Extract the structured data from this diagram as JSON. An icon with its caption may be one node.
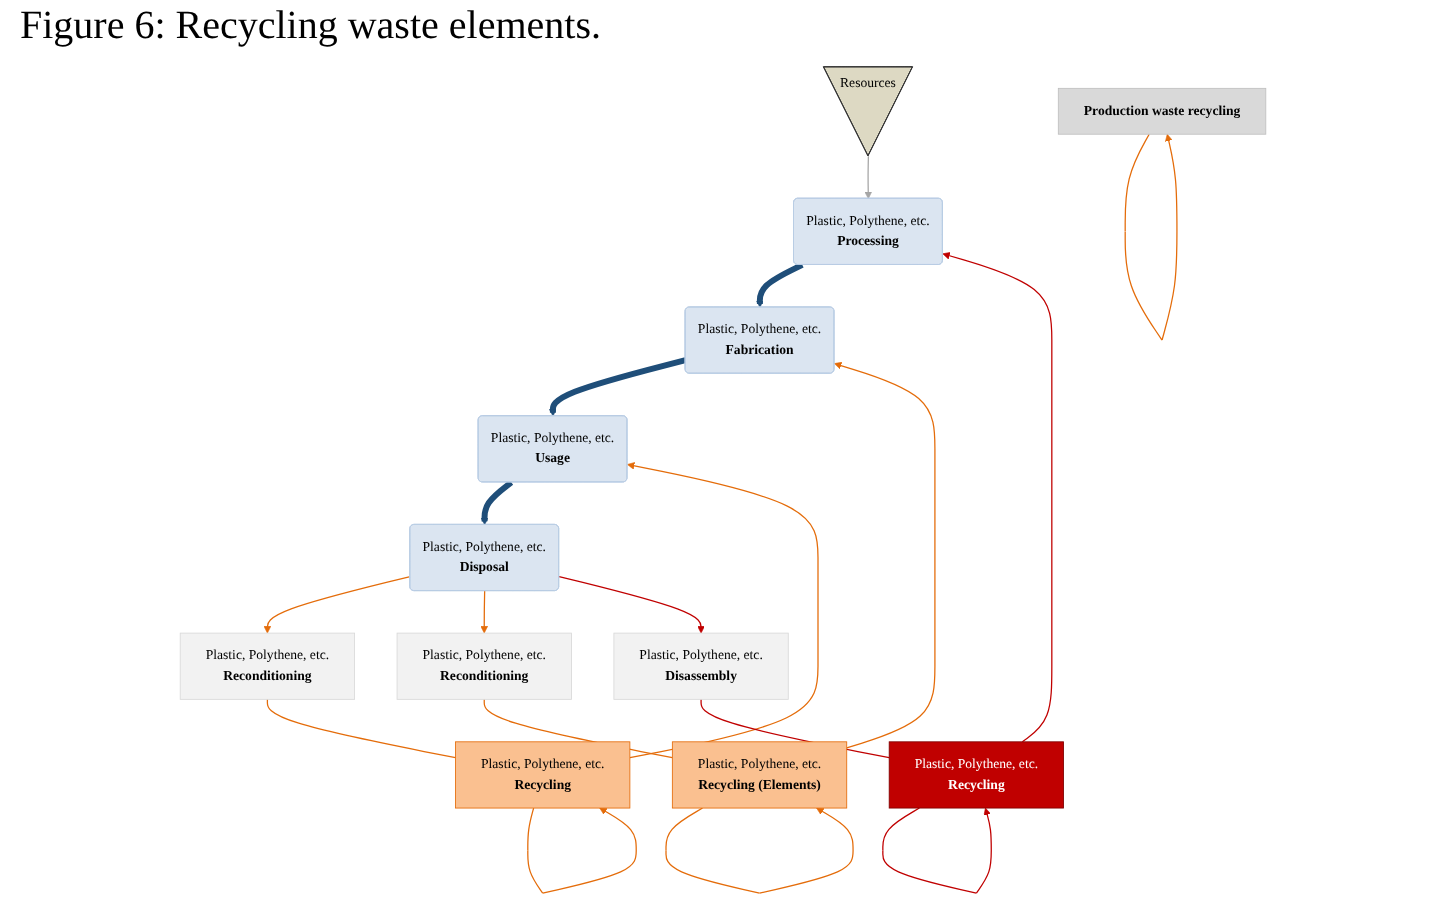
{
  "diagram": {
    "title": "Figure 6: Recycling waste elements.",
    "nodes": [
      {
        "text": [
          "Resources"
        ]
      },
      {
        "text": [
          "Production waste recycling"
        ]
      },
      {
        "text": [
          "Plastic, Polythene, etc.",
          "Processing"
        ]
      },
      {
        "text": [
          "Plastic, Polythene, etc.",
          "Fabrication"
        ]
      },
      {
        "text": [
          "Plastic, Polythene, etc.",
          "Usage"
        ]
      },
      {
        "text": [
          "Plastic, Polythene, etc.",
          "Disposal"
        ]
      },
      {
        "text": [
          "Plastic, Polythene, etc.",
          "Recycling"
        ]
      },
      {
        "text": [
          "Plastic, Polythene, etc.",
          "Recycling (Elements)"
        ]
      },
      {
        "text": [
          "Plastic, Polythene, etc.",
          "Recycling"
        ]
      },
      {
        "text": [
          "Plastic, Polythene, etc.",
          "Reconditioning"
        ]
      },
      {
        "text": [
          "Plastic, Polythene, etc.",
          "Reconditioning"
        ]
      },
      {
        "text": [
          "Plastic, Polythene, etc.",
          "Disassembly"
        ]
      }
    ],
    "edges": [
      {
        "from": 0,
        "to": 2,
        "arrow": "to",
        "color": "#a6a6a6"
      },
      {
        "from": 1,
        "to": 1,
        "arrow": "to"
      },
      {
        "from": 2,
        "to": 3,
        "arrow": "to",
        "style": "thick",
        "color": "#1f4e79"
      },
      {
        "from": 3,
        "to": 4,
        "arrow": "to",
        "style": "thick",
        "color": "#1f4e79"
      },
      {
        "from": 4,
        "to": 5,
        "arrow": "to",
        "style": "thick",
        "color": "#1f4e79"
      },
      {
        "from": 5,
        "to": 9,
        "arrow": "to"
      },
      {
        "from": 5,
        "to": 10,
        "arrow": "to"
      },
      {
        "from": 5,
        "to": 11,
        "arrow": "to",
        "color": "#c00000"
      },
      {
        "from": 9,
        "to": 6,
        "arrow": "none"
      },
      {
        "from": 6,
        "to": 4,
        "arrow": "to"
      },
      {
        "from": 6,
        "to": 6,
        "arrow": "to"
      },
      {
        "from": 10,
        "to": 7,
        "arrow": "none"
      },
      {
        "from": 7,
        "to": 3,
        "arrow": "to"
      },
      {
        "from": 7,
        "to": 7,
        "arrow": "to"
      },
      {
        "from": 11,
        "to": 8,
        "arrow": "none",
        "color": "#c00000"
      },
      {
        "from": 8,
        "to": 2,
        "arrow": "to",
        "color": "#c00000"
      },
      {
        "from": 8,
        "to": 8,
        "arrow": "to",
        "color": "#c00000"
      }
    ]
  }
}
